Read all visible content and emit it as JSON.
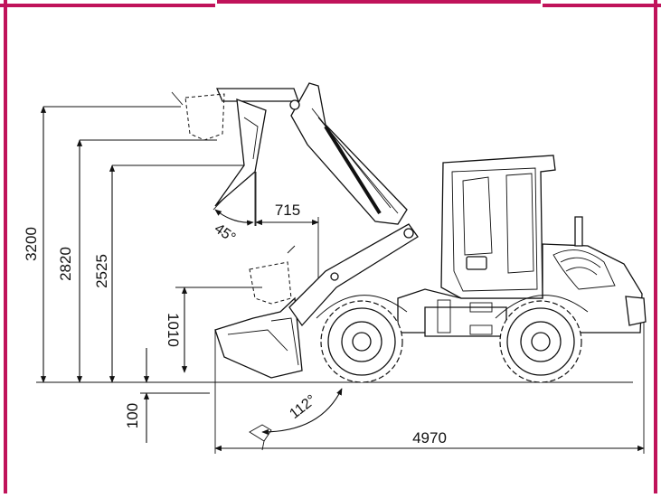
{
  "colors": {
    "frame": "#c0135a",
    "line": "#111111"
  },
  "dimensions": {
    "max_pin_height": "3200",
    "dump_height": "2820",
    "dump_clearance": "2525",
    "dump_reach": "715",
    "dump_angle": "45°",
    "bucket_depth": "1010",
    "dig_depth": "100",
    "rollback_angle": "112°",
    "overall_length": "4970"
  }
}
